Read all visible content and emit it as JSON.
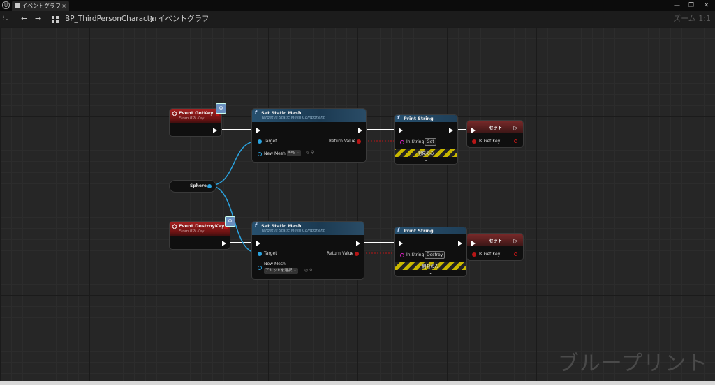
{
  "tab": {
    "label": "イベントグラフ",
    "close": "×"
  },
  "window_controls": {
    "minimize": "—",
    "restore": "❐",
    "close": "✕"
  },
  "toolbar": {
    "blueprint": "BP_ThirdPersonCharacter",
    "separator": "❯",
    "graph": "イベントグラフ",
    "zoom": "ズーム 1:1"
  },
  "watermark": "ブループリント",
  "icons": {
    "ue_logo": "U",
    "tab_grid": "grid-icon",
    "back": "←",
    "forward": "→",
    "bp": "blueprint-icon",
    "function": "f",
    "set_exec_out": "▷",
    "chevron": "⌄",
    "interface": "⚙"
  },
  "nodes": {
    "event_getkey": {
      "title": "Event GetKey",
      "subtitle": "From BPI Key"
    },
    "event_destroykey": {
      "title": "Event DestroyKey",
      "subtitle": "From BPI Key"
    },
    "sphere": {
      "label": "Sphere"
    },
    "set_mesh_1": {
      "title": "Set Static Mesh",
      "subtitle": "Target is Static Mesh Component",
      "target": "Target",
      "return": "Return Value",
      "new_mesh": "New Mesh",
      "mesh_value": "Key"
    },
    "set_mesh_2": {
      "title": "Set Static Mesh",
      "subtitle": "Target is Static Mesh Component",
      "target": "Target",
      "return": "Return Value",
      "new_mesh": "New Mesh",
      "mesh_value": "アセットを選択"
    },
    "print_1": {
      "title": "Print String",
      "in_string": "In String",
      "value": "Get",
      "dev_only": "開発のみ"
    },
    "print_2": {
      "title": "Print String",
      "in_string": "In String",
      "value": "Destroy",
      "dev_only": "開発のみ"
    },
    "set_1": {
      "title": "セット",
      "var": "Is Get Key"
    },
    "set_2": {
      "title": "セット",
      "var": "Is Get Key"
    }
  }
}
